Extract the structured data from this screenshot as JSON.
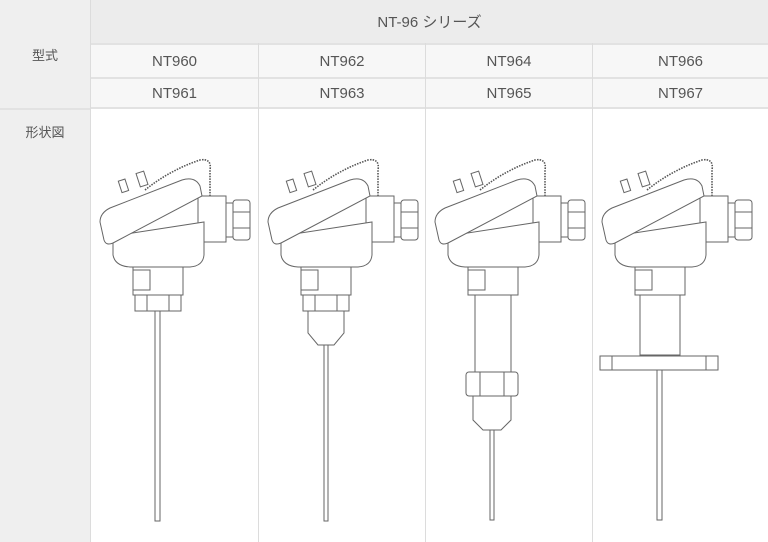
{
  "table": {
    "row_header_model": "型式",
    "row_header_shape": "形状図",
    "series_title": "NT-96 シリーズ",
    "models_row1": [
      "NT960",
      "NT962",
      "NT964",
      "NT966"
    ],
    "models_row2": [
      "NT961",
      "NT963",
      "NT965",
      "NT967"
    ],
    "drawings": [
      "thermocouple-head-plain-stem",
      "thermocouple-head-thread-fitting",
      "thermocouple-head-extension-union",
      "thermocouple-head-flange"
    ]
  }
}
